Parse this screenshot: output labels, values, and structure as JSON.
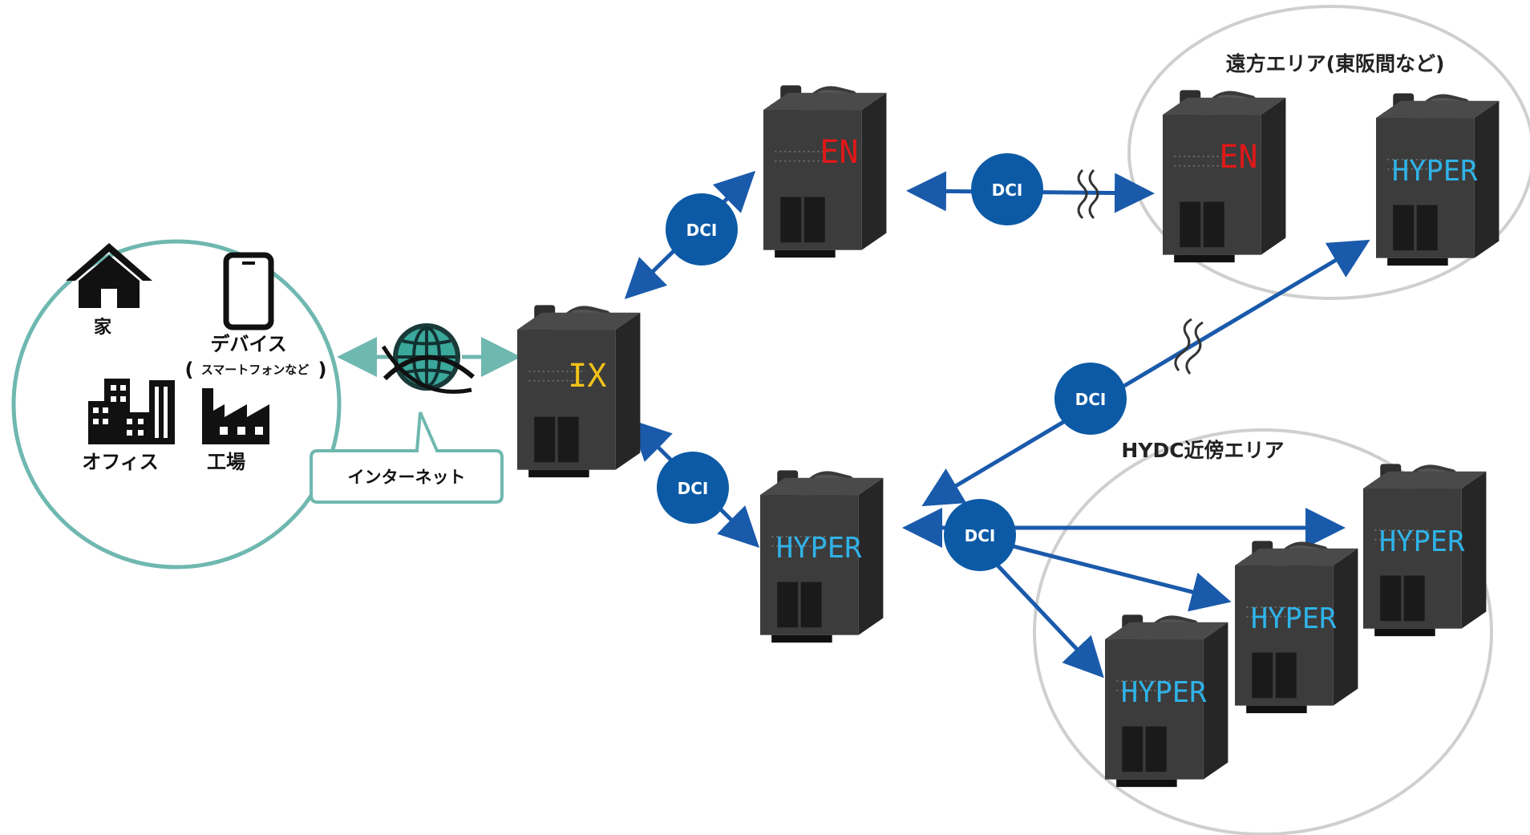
{
  "colors": {
    "teal": "#6fb8b0",
    "blue": "#1a5aab",
    "blue_node": "#0c5aa6",
    "gray_ring": "#cfcfcf",
    "building_front": "#3c3c3c",
    "building_side": "#2a2a2a",
    "label_en": "#e01818",
    "label_hyper": "#2fb3e8",
    "label_ix": "#f2c21a"
  },
  "areas": {
    "remote": {
      "title": "遠方エリア(東阪間など)"
    },
    "near": {
      "title": "HYDC近傍エリア"
    }
  },
  "users": {
    "home": {
      "label": "家",
      "icon": "house-icon"
    },
    "device": {
      "label": "デバイス",
      "sub": "スマートフォンなど",
      "icon": "smartphone-icon"
    },
    "office": {
      "label": "オフィス",
      "icon": "office-building-icon"
    },
    "factory": {
      "label": "工場",
      "icon": "factory-icon"
    }
  },
  "internet": {
    "label": "インターネット",
    "icon": "globe-icon"
  },
  "buildings": {
    "ix": "IX",
    "en": "EN",
    "en_remote": "EN",
    "hyper_remote": "HYPER",
    "hyper_main": "HYPER",
    "hyper_near_1": "HYPER",
    "hyper_near_2": "HYPER",
    "hyper_near_3": "HYPER"
  },
  "dci": {
    "ix_en": "DCI",
    "ix_hyper": "DCI",
    "en_remote": "DCI",
    "hyper_remote": "DCI",
    "hyper_near": "DCI"
  }
}
